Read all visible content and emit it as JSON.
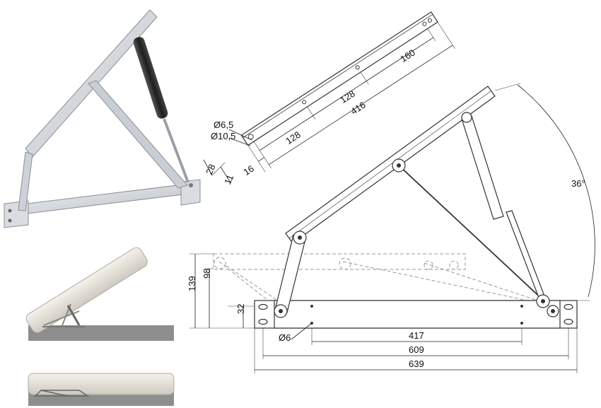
{
  "dimensions": {
    "hole_small": "Ø6,5",
    "hole_large": "Ø10,5",
    "arm_width": "28",
    "edge_offset": "11",
    "first_hole": "16",
    "spacing_a": "128",
    "spacing_b": "128",
    "spacing_c": "160",
    "arm_length": "416",
    "angle": "36°",
    "height_total": "139",
    "height_closed": "98",
    "height_base": "32",
    "mount_hole": "Ø6",
    "hole_spacing": "417",
    "inner_length": "609",
    "outer_length": "639"
  },
  "colors": {
    "metal_light": "#dfe3e8",
    "metal_dark": "#a9afb7",
    "gas_spring": "#2b2b2b",
    "floor": "#8e8e8e",
    "lid": "#e7e4dd"
  }
}
